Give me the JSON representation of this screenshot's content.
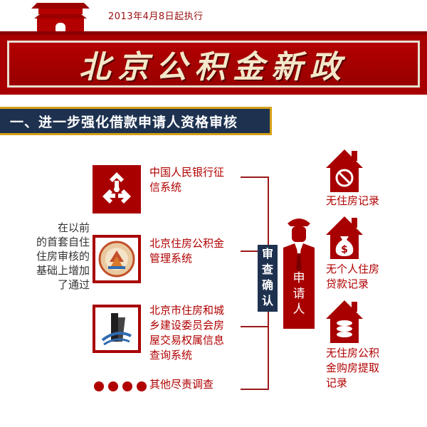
{
  "header": {
    "date": "2013年4月8日起执行",
    "title": "北京公积金新政"
  },
  "section": {
    "title": "一、进一步强化借款申请人资格审核"
  },
  "note": {
    "lines": [
      "在以前",
      "的首套自住",
      "住房审核的",
      "基础上增加",
      "了通过"
    ]
  },
  "sources": [
    {
      "lines": [
        "中国人民银行征",
        "信系统"
      ]
    },
    {
      "lines": [
        "北京住房公积金",
        "管理系统"
      ]
    },
    {
      "lines": [
        "北京市住房和城",
        "乡建设委员会房",
        "屋交易权属信息",
        "查询系统"
      ]
    },
    {
      "lines": [
        "其他尽责调查"
      ]
    }
  ],
  "review": {
    "chars": [
      "审",
      "查",
      "确",
      "认"
    ]
  },
  "applicant": {
    "chars": [
      "申",
      "请",
      "人"
    ]
  },
  "records": [
    {
      "lines": [
        "无住房记录"
      ]
    },
    {
      "lines": [
        "无个人住房",
        "贷款记录"
      ]
    },
    {
      "lines": [
        "无住房公积",
        "金购房提取",
        "记录"
      ]
    }
  ],
  "colors": {
    "primary_red": "#a80000",
    "navy": "#1e3250",
    "gold": "#d4a017",
    "cream": "#f3e7c9"
  }
}
